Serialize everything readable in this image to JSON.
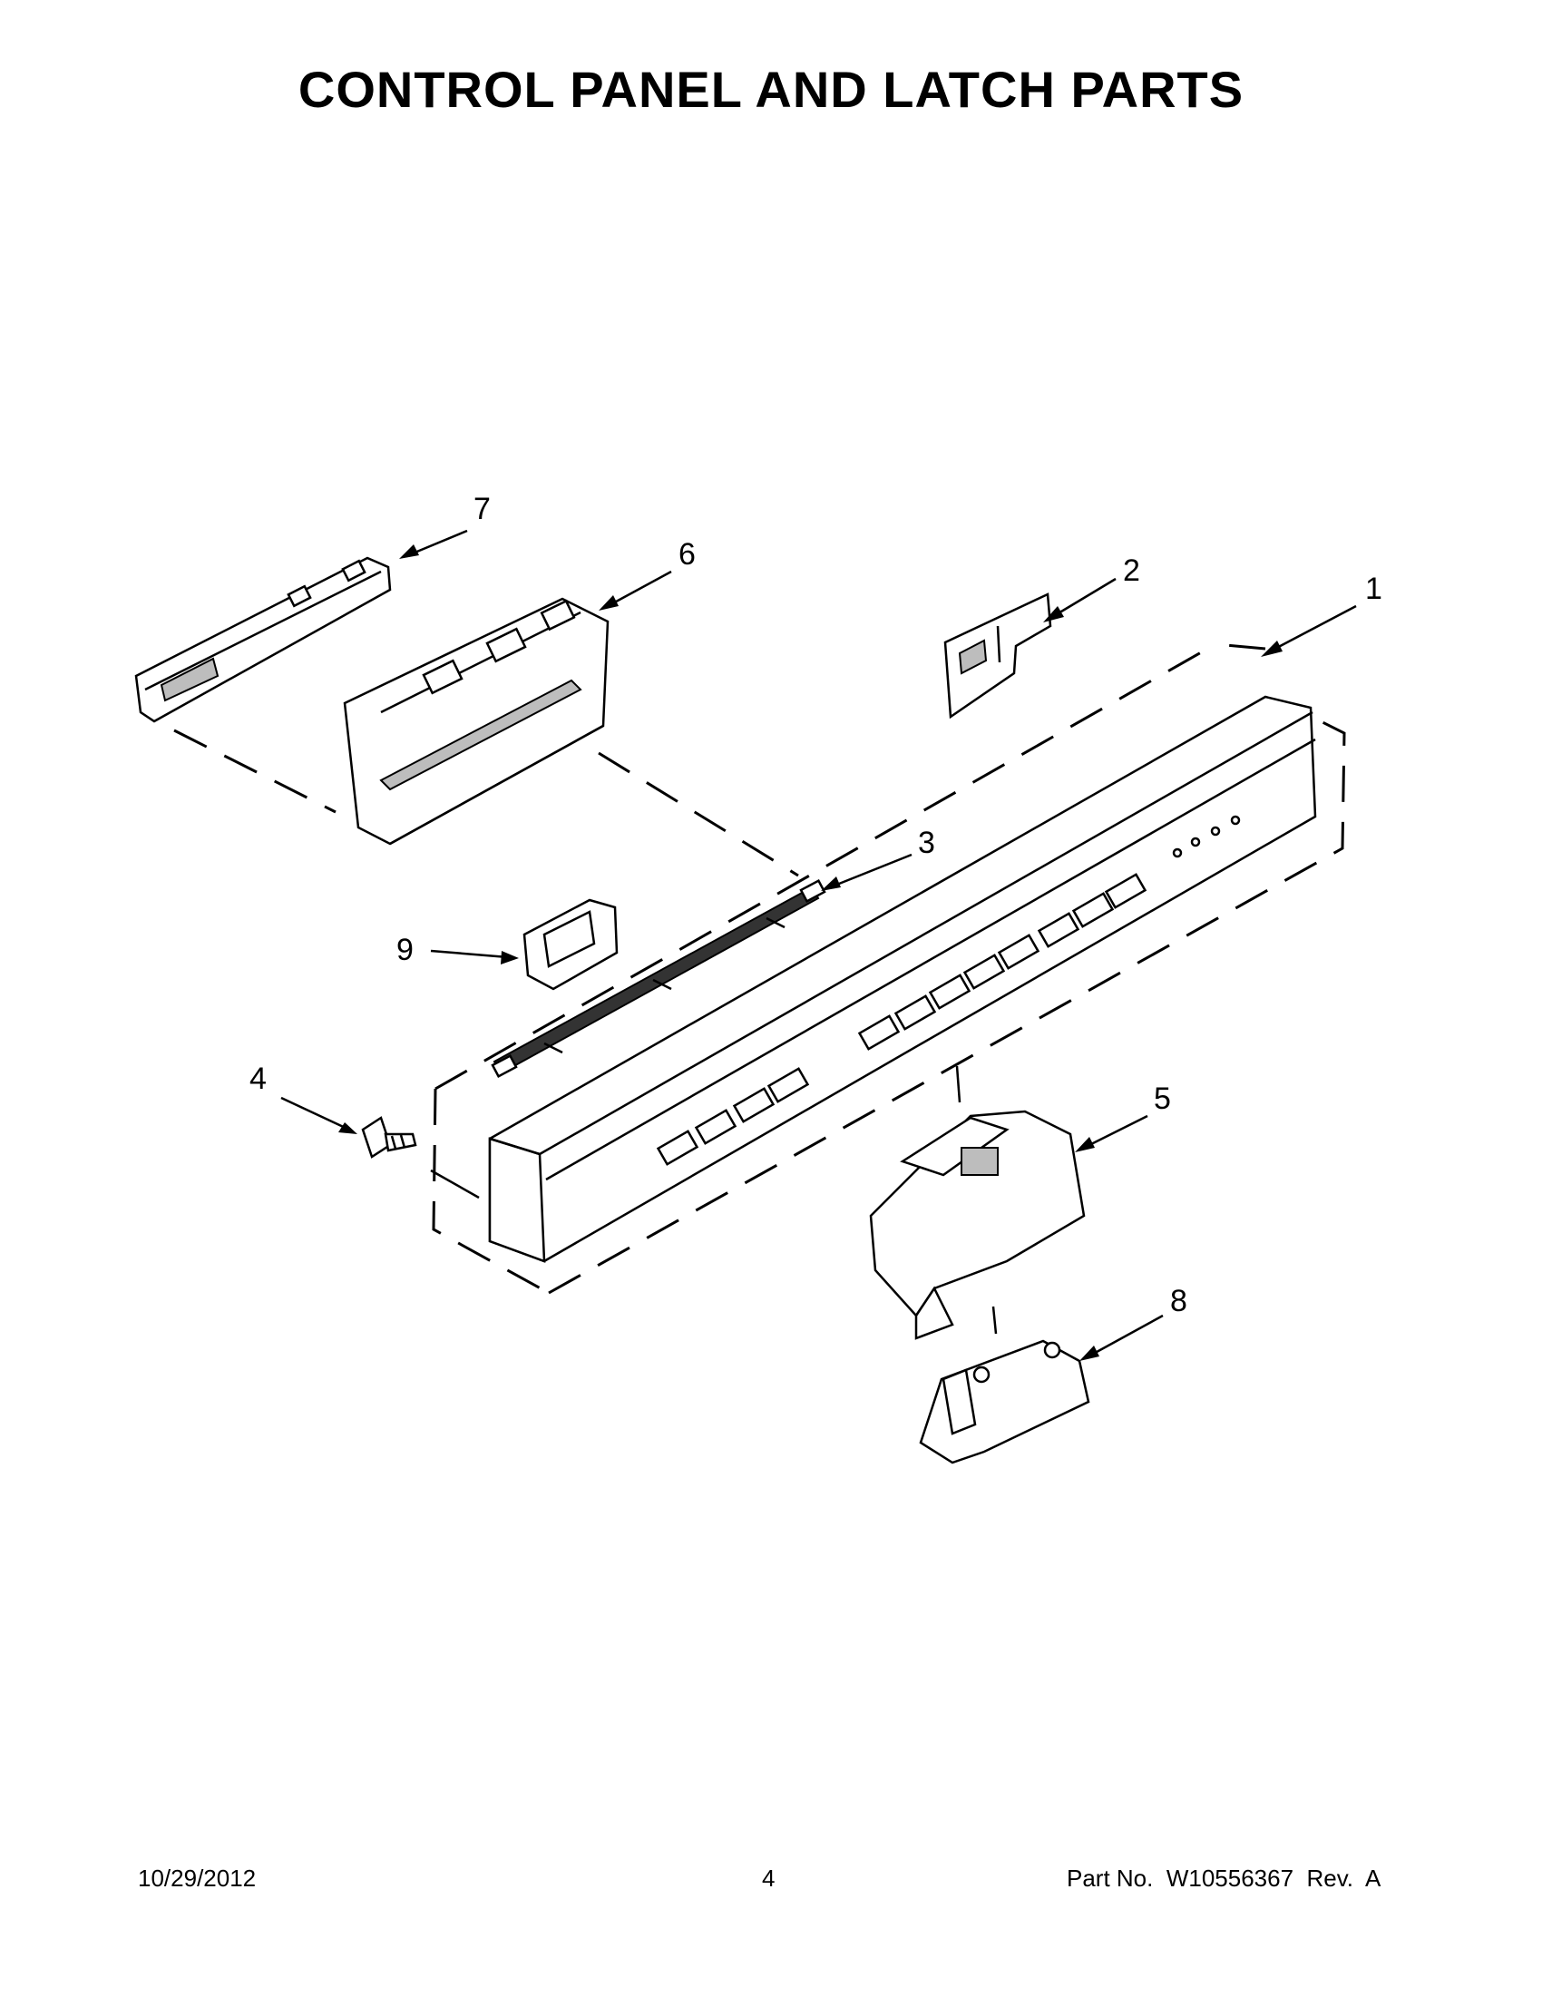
{
  "page": {
    "title": "CONTROL PANEL AND LATCH PARTS"
  },
  "callouts": [
    "1",
    "2",
    "3",
    "4",
    "5",
    "6",
    "7",
    "8",
    "9"
  ],
  "footer": {
    "date": "10/29/2012",
    "page_number": "4",
    "part_number": "Part No.  W10556367  Rev.  A"
  }
}
